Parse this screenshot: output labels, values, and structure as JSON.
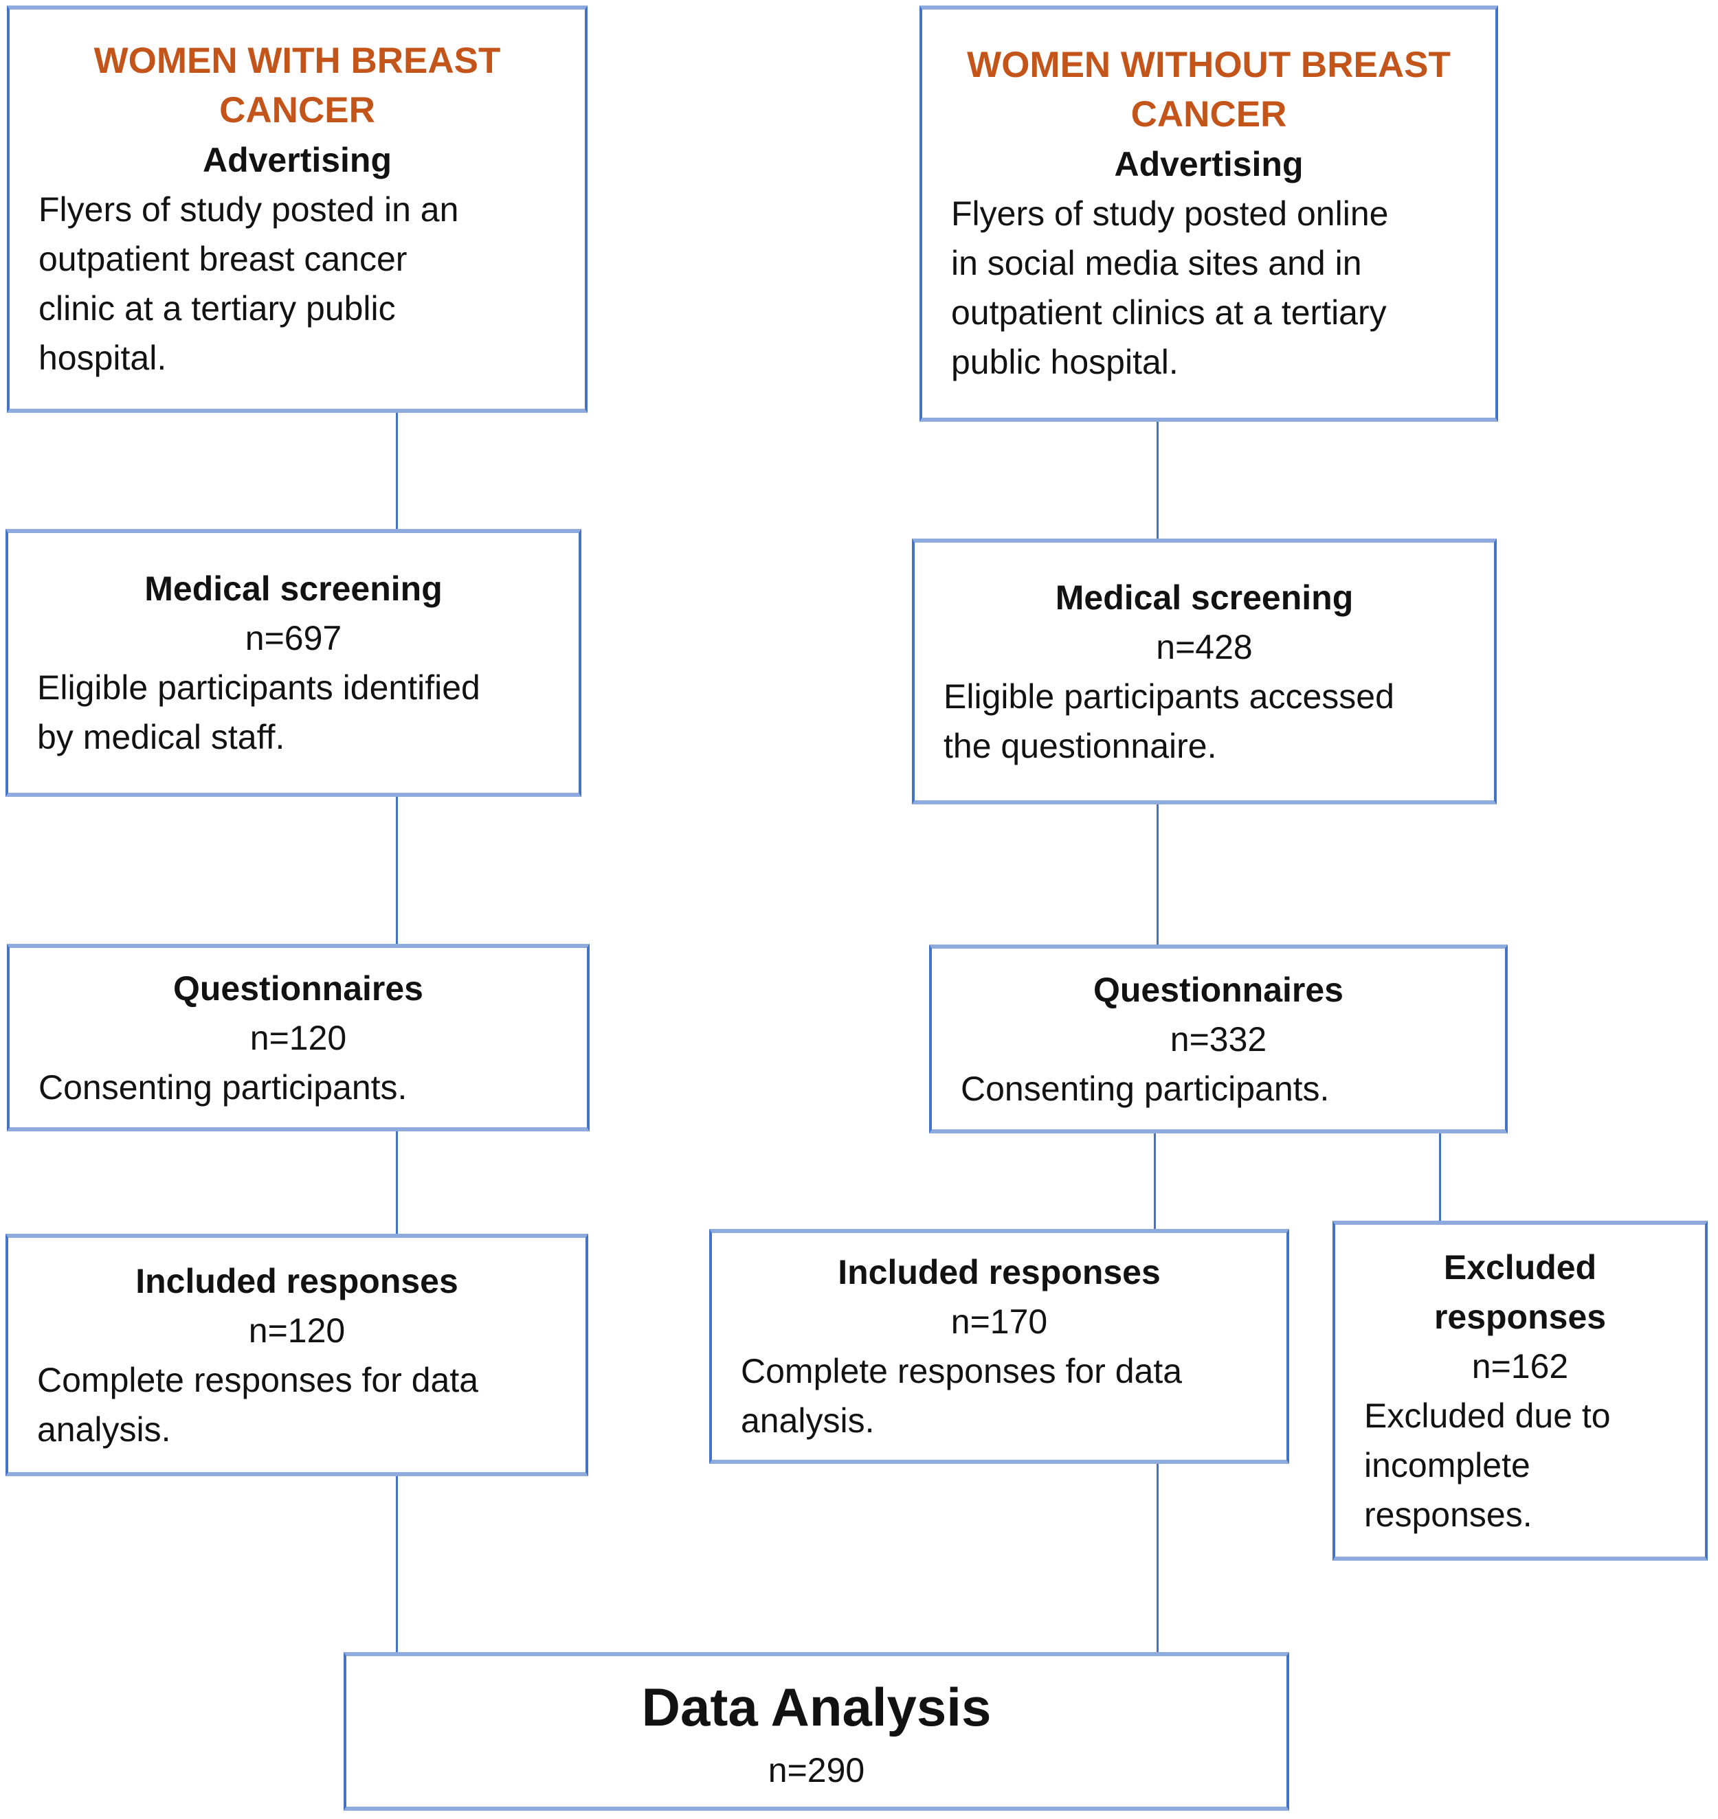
{
  "figure": {
    "type": "study-recruitment-flowchart",
    "groups": [
      "women with breast cancer",
      "women without breast cancer"
    ]
  },
  "colors": {
    "accent_orange": "#C4551A",
    "border_v": "#4472C4",
    "border_h": "#8FAADC",
    "connector": "#4472C4",
    "text_color": "#121212",
    "bg": "#FFFFFF"
  },
  "boxes": {
    "left_advertising": {
      "title": [
        "WOMEN WITH BREAST",
        "CANCER"
      ],
      "heading": "Advertising",
      "body": [
        "Flyers of study posted in an",
        "outpatient breast cancer",
        "clinic at a tertiary public",
        "hospital."
      ]
    },
    "left_screening": {
      "heading": "Medical screening",
      "sample": "n=697",
      "body": [
        "Eligible participants identified",
        "by medical staff."
      ]
    },
    "left_questionnaires": {
      "heading": "Questionnaires",
      "sample": "n=120",
      "body": [
        "Consenting participants."
      ]
    },
    "left_included": {
      "heading": "Included responses",
      "sample": "n=120",
      "body": [
        "Complete responses for data",
        "analysis."
      ]
    },
    "right_advertising": {
      "title": [
        "WOMEN WITHOUT BREAST",
        "CANCER"
      ],
      "heading": "Advertising",
      "body": [
        "Flyers of study posted online",
        "in social media sites and in",
        "outpatient clinics at a tertiary",
        "public hospital."
      ]
    },
    "right_screening": {
      "heading": "Medical screening",
      "sample": "n=428",
      "body": [
        "Eligible participants accessed",
        "the questionnaire."
      ]
    },
    "right_questionnaires": {
      "heading": "Questionnaires",
      "sample": "n=332",
      "body": [
        "Consenting participants."
      ]
    },
    "right_included": {
      "heading": "Included responses",
      "sample": "n=170",
      "body": [
        "Complete responses for data",
        "analysis."
      ]
    },
    "excluded": {
      "heading": [
        "Excluded",
        "responses"
      ],
      "sample": "n=162",
      "body": [
        "Excluded due to",
        "incomplete",
        "responses."
      ]
    },
    "data_analysis": {
      "heading": "Data Analysis",
      "sample": "n=290"
    }
  }
}
